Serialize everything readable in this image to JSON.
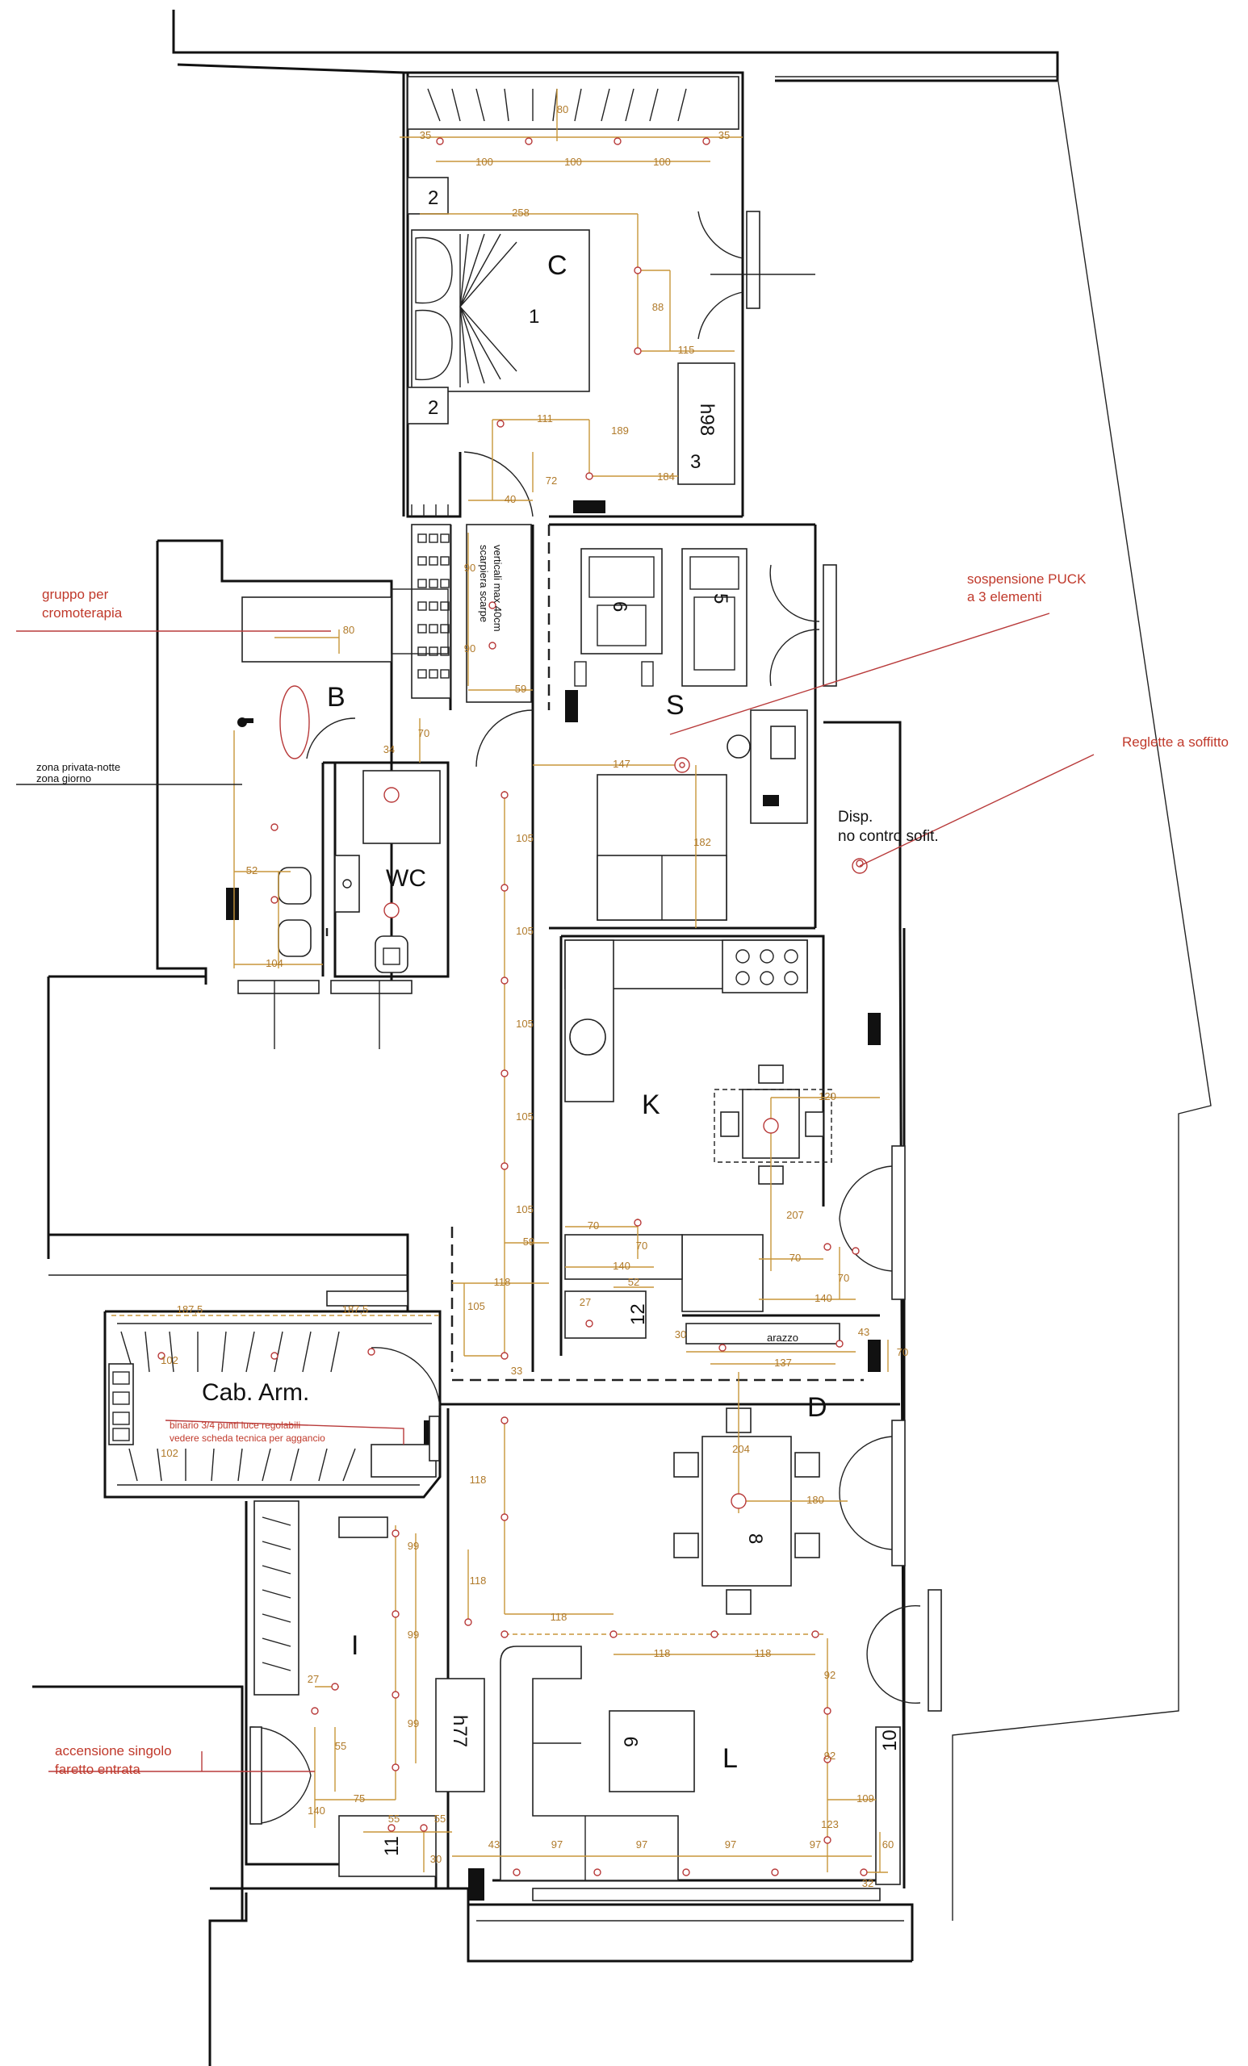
{
  "rooms": {
    "C": "C",
    "B": "B",
    "S": "S",
    "WC": "WC",
    "K": "K",
    "D": "D",
    "L": "L",
    "I": "I",
    "cab": "Cab. Arm."
  },
  "furniture_numbers": [
    "1",
    "2",
    "2",
    "3",
    "5",
    "6",
    "8",
    "9",
    "10",
    "11",
    "12",
    "h98",
    "h77"
  ],
  "annotations": {
    "cromoterapia_1": "gruppo per",
    "cromoterapia_2": "cromoterapia",
    "zona_1": "zona privata-notte",
    "zona_2": "zona giorno",
    "puck_1": "sospensione PUCK",
    "puck_2": "a 3 elementi",
    "reglette": "Reglette a soffitto",
    "disp_1": "Disp.",
    "disp_2": "no contro sofit.",
    "accensione_1": "accensione singolo",
    "accensione_2": "faretto entrata",
    "binario_1": "binario 3/4 punti luce regolabili",
    "binario_2": "vedere scheda tecnica per aggancio",
    "scaldasalviette_1": "scarpiera scarpe",
    "scaldasalviette_2": "verticali max 40cm",
    "arazzo": "arazzo"
  },
  "dimensions": {
    "d80_top": "80",
    "d35_l": "35",
    "d35_r": "35",
    "d100_a": "100",
    "d100_b": "100",
    "d100_c": "100",
    "d258": "258",
    "d88": "88",
    "d115": "115",
    "d111": "111",
    "d189": "189",
    "d184": "184",
    "d72": "72",
    "d40": "40",
    "d80_b": "80",
    "d90_a": "90",
    "d90_b": "90",
    "d59_a": "59",
    "d70_b": "70",
    "d34": "34",
    "d52": "52",
    "d104": "104",
    "d147": "147",
    "d182": "182",
    "d105_a": "105",
    "d105_b": "105",
    "d105_c": "105",
    "d105_d": "105",
    "d105_e": "105",
    "d120": "120",
    "d207": "207",
    "d70_k1": "70",
    "d70_k2": "70",
    "d140_k": "140",
    "d52_k": "52",
    "d27_k": "27",
    "d59_b": "59",
    "d118_k": "118",
    "d105_s": "105",
    "d33": "33",
    "d70_r": "70",
    "d70_r2": "70",
    "d140_r": "140",
    "d30": "30",
    "d43": "43",
    "d70_d": "70",
    "d137": "137",
    "d204": "204",
    "d180": "180",
    "d118_a": "118",
    "d118_b": "118",
    "d118_c": "118",
    "d118_d": "118",
    "d118_e": "118",
    "d187_a": "187,5",
    "d187_b": "187,5",
    "d102_a": "102",
    "d102_b": "102",
    "d99_a": "99",
    "d99_b": "99",
    "d99_c": "99",
    "d27_i": "27",
    "d55_i": "55",
    "d75": "75",
    "d140_i": "140",
    "d55_a": "55",
    "d55_b": "55",
    "d30_i": "30",
    "d43_i": "43",
    "d97_a": "97",
    "d97_b": "97",
    "d97_c": "97",
    "d97_d": "97",
    "d92_a": "92",
    "d92_b": "92",
    "d109": "109",
    "d123": "123",
    "d60": "60",
    "d32": "32"
  }
}
